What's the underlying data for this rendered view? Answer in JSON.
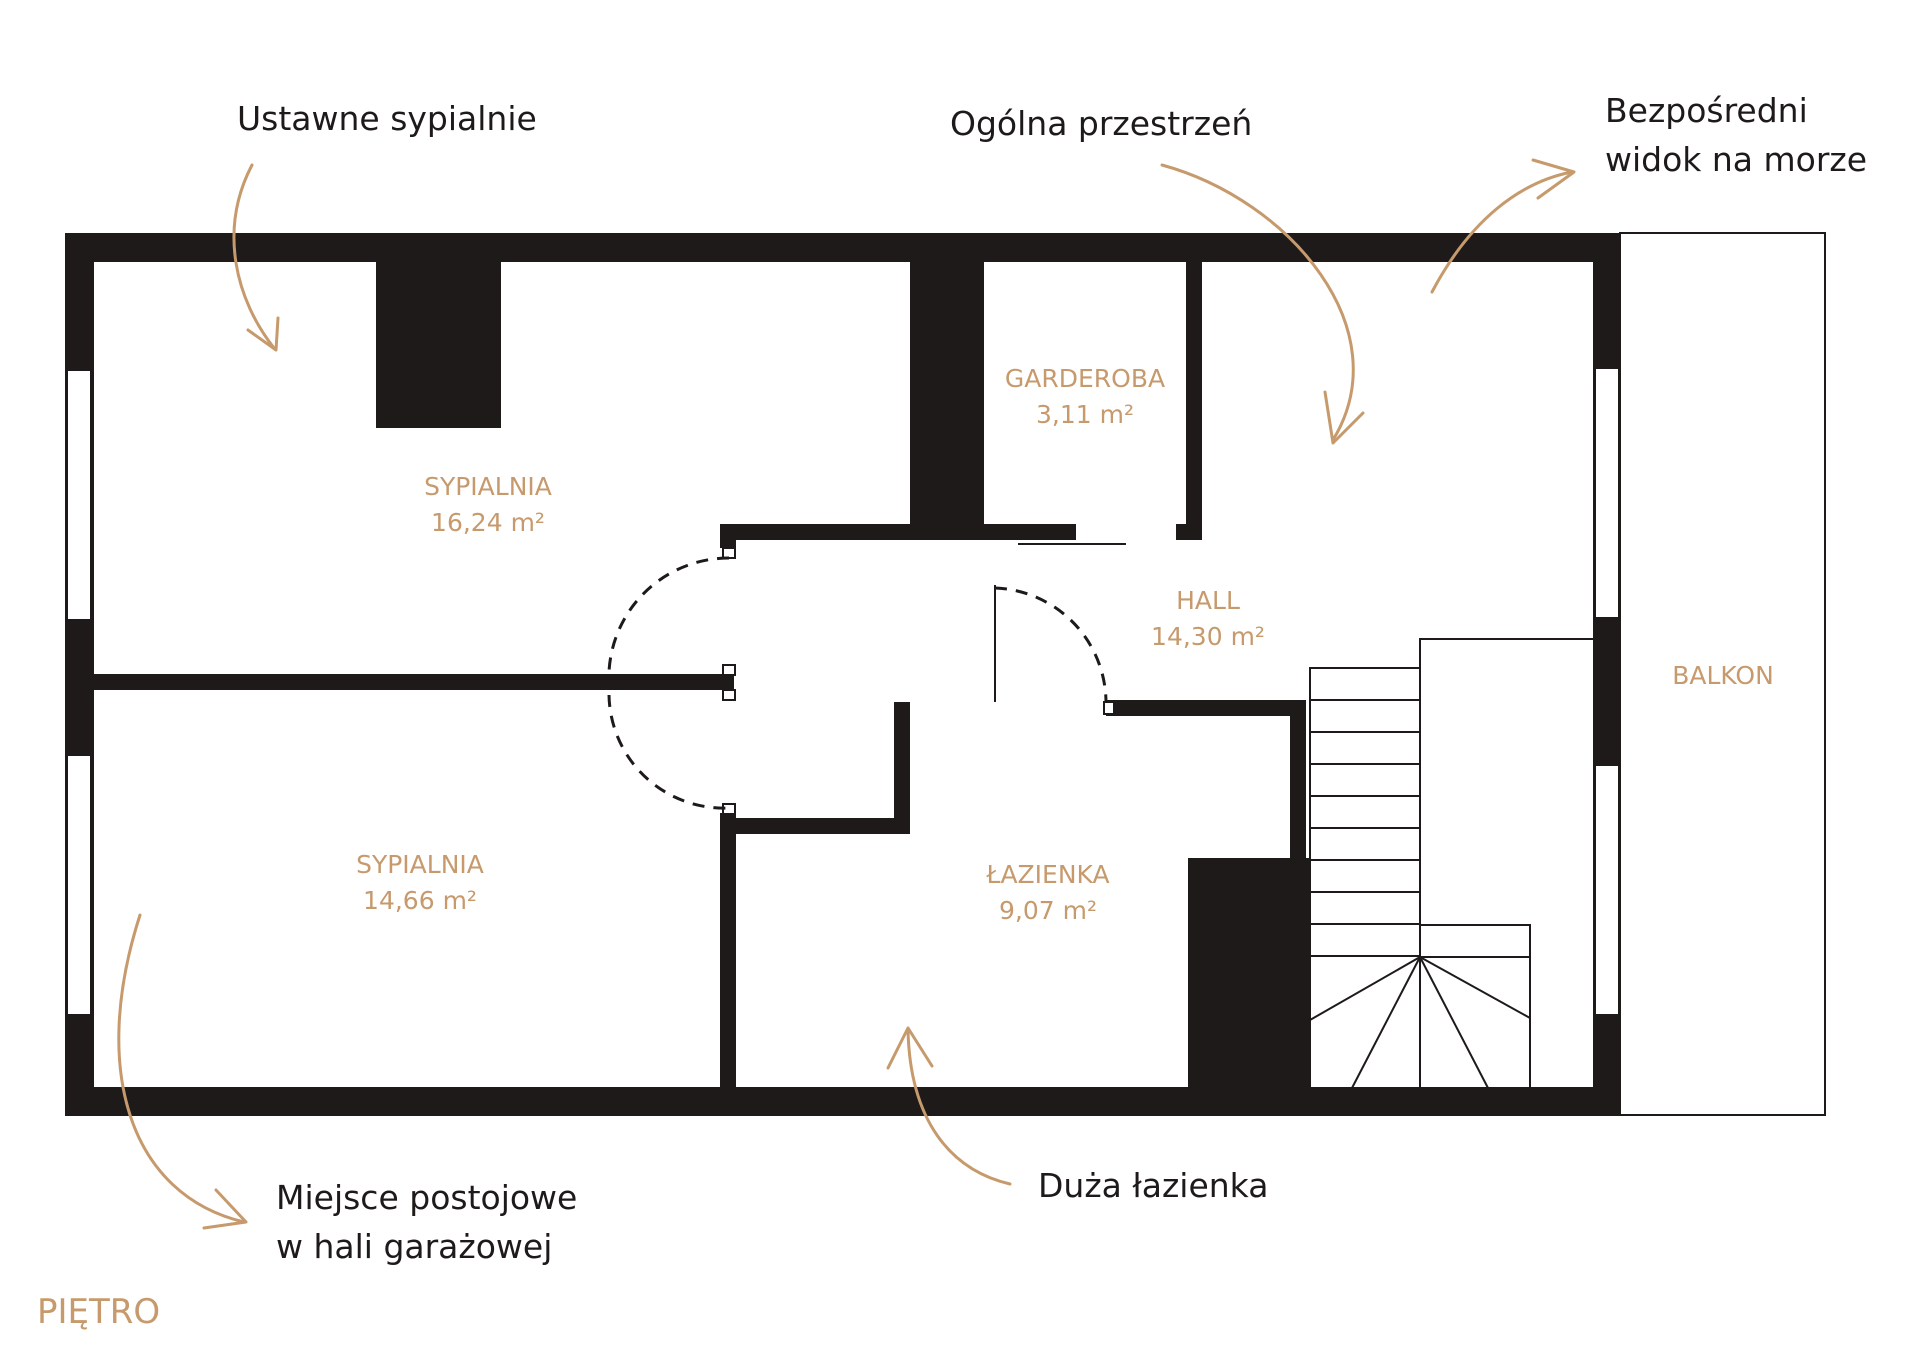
{
  "rooms": {
    "bedroom_1": {
      "name": "SYPIALNIA",
      "area": "16,24 m²"
    },
    "bedroom_2": {
      "name": "SYPIALNIA",
      "area": "14,66 m²"
    },
    "wardrobe": {
      "name": "GARDEROBA",
      "area": "3,11 m²"
    },
    "hall": {
      "name": "HALL",
      "area": "14,30 m²"
    },
    "bathroom": {
      "name": "ŁAZIENKA",
      "area": "9,07 m²"
    },
    "balcony": {
      "name": "BALKON"
    }
  },
  "annotations": {
    "bedrooms": "Ustawne sypialnie",
    "open_space": "Ogólna przestrzeń",
    "sea_view_line1": "Bezpośredni",
    "sea_view_line2": "widok na morze",
    "parking_line1": "Miejsce postojowe",
    "parking_line2": "w hali garażowej",
    "bathroom": "Duża łazienka"
  },
  "floor_label": "PIĘTRO",
  "colors": {
    "wall": "#1e1a1a",
    "accent": "#c69a6c",
    "background": "#ffffff"
  }
}
